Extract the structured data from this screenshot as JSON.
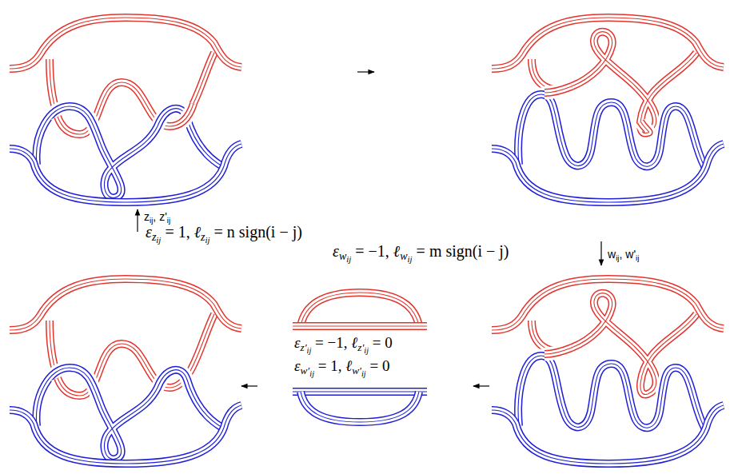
{
  "diagram": {
    "labels": [
      "zij, z'ij",
      "εzij = 1, ℓzij = n sign(i − j)",
      "wij, w'ij",
      "εwij = −1, ℓwij = m sign(i − j)",
      "εz′ij = −1, ℓz′ij = 0",
      "εw′ij = 1, ℓw′ij = 0"
    ]
  }
}
